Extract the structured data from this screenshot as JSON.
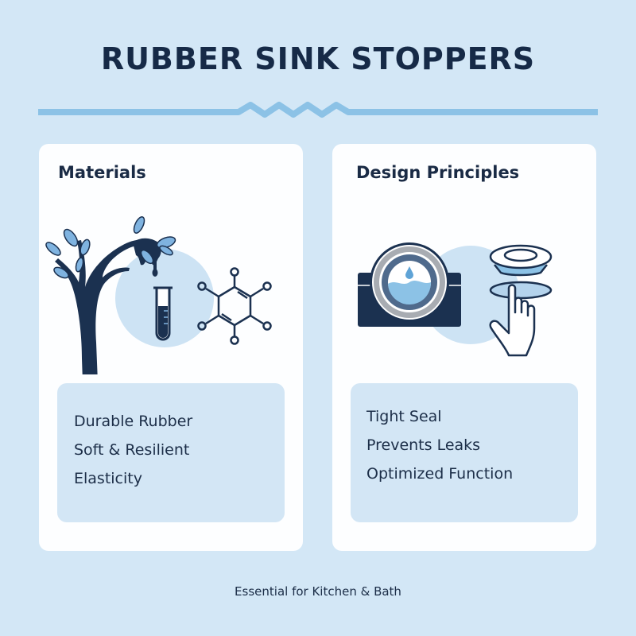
{
  "header": {
    "title": "RUBBER SINK STOPPERS",
    "divider_icon": "zigzag-wave-divider"
  },
  "colors": {
    "background": "#d3e7f6",
    "card": "#fdfeff",
    "info_box": "#d3e6f5",
    "text_dark": "#162a47",
    "accent_blue": "#8cc2e6",
    "leaf_blue": "#7fb3e0",
    "navy": "#1b3150"
  },
  "cards": [
    {
      "title": "Materials",
      "icons": [
        "tree-icon",
        "latex-drip-icon",
        "test-tube-icon",
        "molecule-icon"
      ],
      "items": [
        "Durable Rubber",
        "Soft & Resilient",
        "Elasticity"
      ]
    },
    {
      "title": "Design Principles",
      "icons": [
        "drain-seal-icon",
        "water-drop-icon",
        "stopper-icon",
        "pointing-hand-icon"
      ],
      "items": [
        "Tight Seal",
        "Prevents Leaks",
        "Optimized Function"
      ]
    }
  ],
  "footer": {
    "text": "Essential for Kitchen & Bath"
  }
}
